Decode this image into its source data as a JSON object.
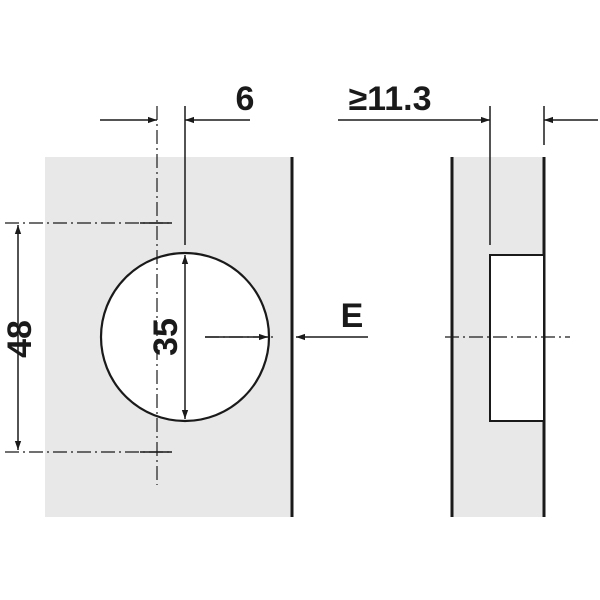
{
  "labels": {
    "overlap_6": "6",
    "depth_min": "≥11.3",
    "height_48": "48",
    "bore_35": "35",
    "edge_e": "E"
  },
  "colors": {
    "panel_fill": "#e8e8e8",
    "line": "#1a1a1a",
    "background": "#ffffff"
  }
}
